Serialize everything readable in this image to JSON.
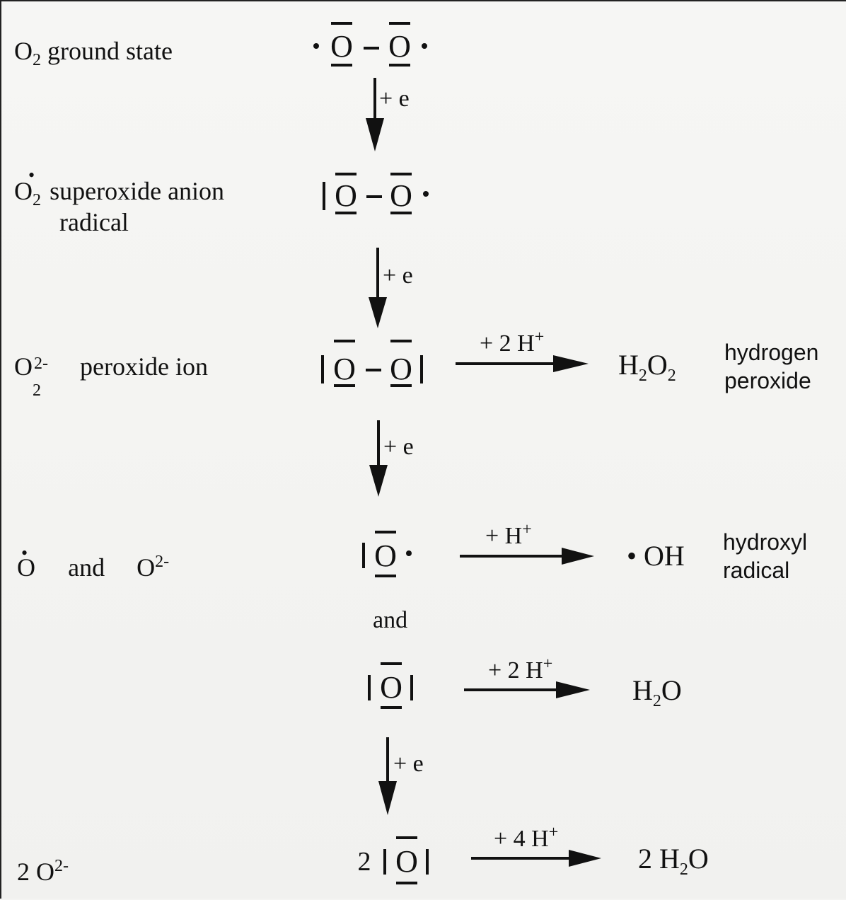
{
  "species_labels": {
    "s1": {
      "formula": "O",
      "sub": "2",
      "name": "ground state"
    },
    "s2": {
      "formula": "O",
      "sub": "2",
      "sup": "•",
      "name": "superoxide anion",
      "name2": "radical"
    },
    "s3": {
      "formula": "O",
      "sub": "2",
      "sup": "2-",
      "name": "peroxide ion"
    },
    "s4": {
      "a": "O",
      "a_sup": "•",
      "and": "and",
      "b": "O",
      "b_sup": "2-"
    },
    "s5": {
      "coef": "2",
      "formula": "O",
      "sup": "2-"
    }
  },
  "atom_symbol": "O",
  "step_labels": {
    "e1": "+ e",
    "e2": "+ e",
    "e3": "+ e",
    "e4": "+ e"
  },
  "middle_and": "and",
  "coef_2": "2",
  "reactions": {
    "r1": {
      "reagent": "+ 2 H",
      "reagent_sup": "+",
      "product": "H",
      "product_sub1": "2",
      "product_mid": "O",
      "product_sub2": "2",
      "desc1": "hydrogen",
      "desc2": "peroxide"
    },
    "r2": {
      "reagent": "+ H",
      "reagent_sup": "+",
      "product": "• OH",
      "desc1": "hydroxyl",
      "desc2": "radical"
    },
    "r3": {
      "reagent": "+ 2 H",
      "reagent_sup": "+",
      "product": "H",
      "product_sub": "2",
      "product_end": "O"
    },
    "r4": {
      "reagent": "+ 4 H",
      "reagent_sup": "+",
      "product": "2 H",
      "product_sub": "2",
      "product_end": "O"
    }
  }
}
